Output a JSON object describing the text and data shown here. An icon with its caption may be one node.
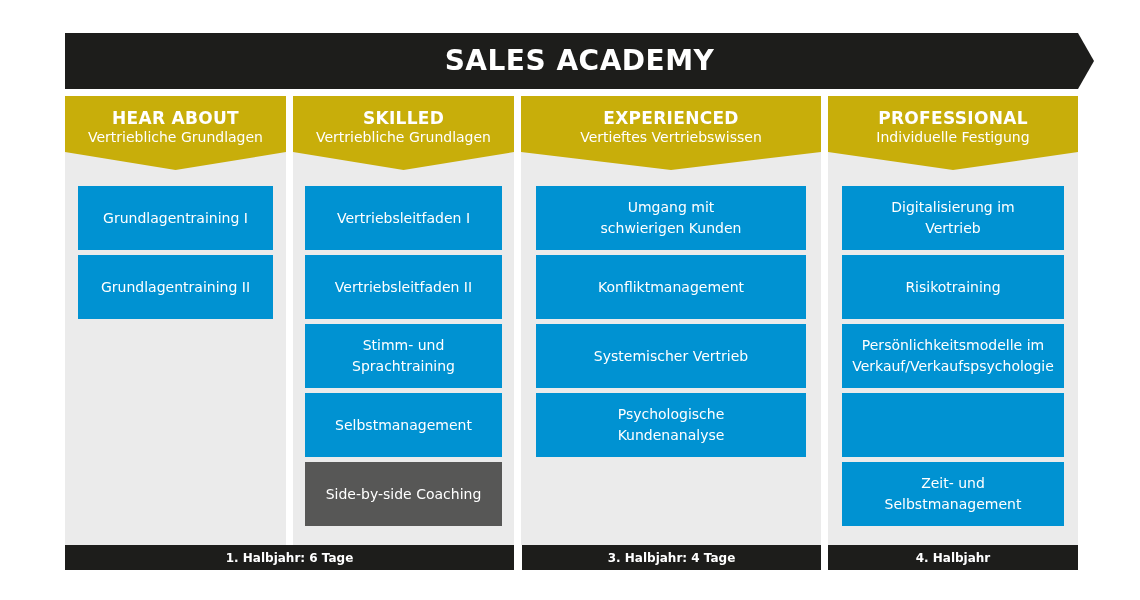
{
  "diagram": {
    "title": "SALES ACADEMY",
    "nodes": [
      {
        "text": [
          "HEAR ABOUT",
          "Vertriebliche Grundlagen"
        ]
      },
      {
        "text": [
          "Grundlagentraining I"
        ],
        "in": 0
      },
      {
        "text": [
          "Grundlagentraining II"
        ],
        "in": 0
      },
      {
        "text": [
          "SKILLED",
          "Vertriebliche Grundlagen"
        ]
      },
      {
        "text": [
          "Vertriebsleitfaden I"
        ],
        "in": 3
      },
      {
        "text": [
          "Vertriebsleitfaden II"
        ],
        "in": 3
      },
      {
        "text": [
          "Stimm- und Sprachtraining"
        ],
        "in": 3
      },
      {
        "text": [
          "Selbstmanagement"
        ],
        "in": 3
      },
      {
        "text": [
          "Side-by-side Coaching"
        ],
        "in": 3
      },
      {
        "text": [
          "EXPERIENCED",
          "Vertieftes Vertriebswissen"
        ]
      },
      {
        "text": [
          "Umgang mit schwierigen Kunden"
        ],
        "in": 9
      },
      {
        "text": [
          "Konfliktmanagement"
        ],
        "in": 9
      },
      {
        "text": [
          "Systemischer Vertrieb"
        ],
        "in": 9
      },
      {
        "text": [
          "Psychologische Kundenanalyse"
        ],
        "in": 9
      },
      {
        "text": [
          "PROFESSIONAL",
          "Individuelle Festigung"
        ]
      },
      {
        "text": [
          "Digitalisierung im Vertrieb"
        ],
        "in": 14
      },
      {
        "text": [
          "Risikotraining"
        ],
        "in": 14
      },
      {
        "text": [
          "Persönlichkeitsmodelle im Verkauf/Verkaufspsychologie"
        ],
        "in": 14
      },
      {
        "text": [],
        "shape": "box",
        "in": 14
      },
      {
        "text": [
          "Zeit- und Selbstmanagement"
        ],
        "in": 14
      },
      {
        "text": [
          "1. Halbjahr: 6 Tage"
        ]
      },
      {
        "text": [
          "3. Halbjahr: 4 Tage"
        ]
      },
      {
        "text": [
          "4. Halbjahr"
        ]
      }
    ]
  }
}
